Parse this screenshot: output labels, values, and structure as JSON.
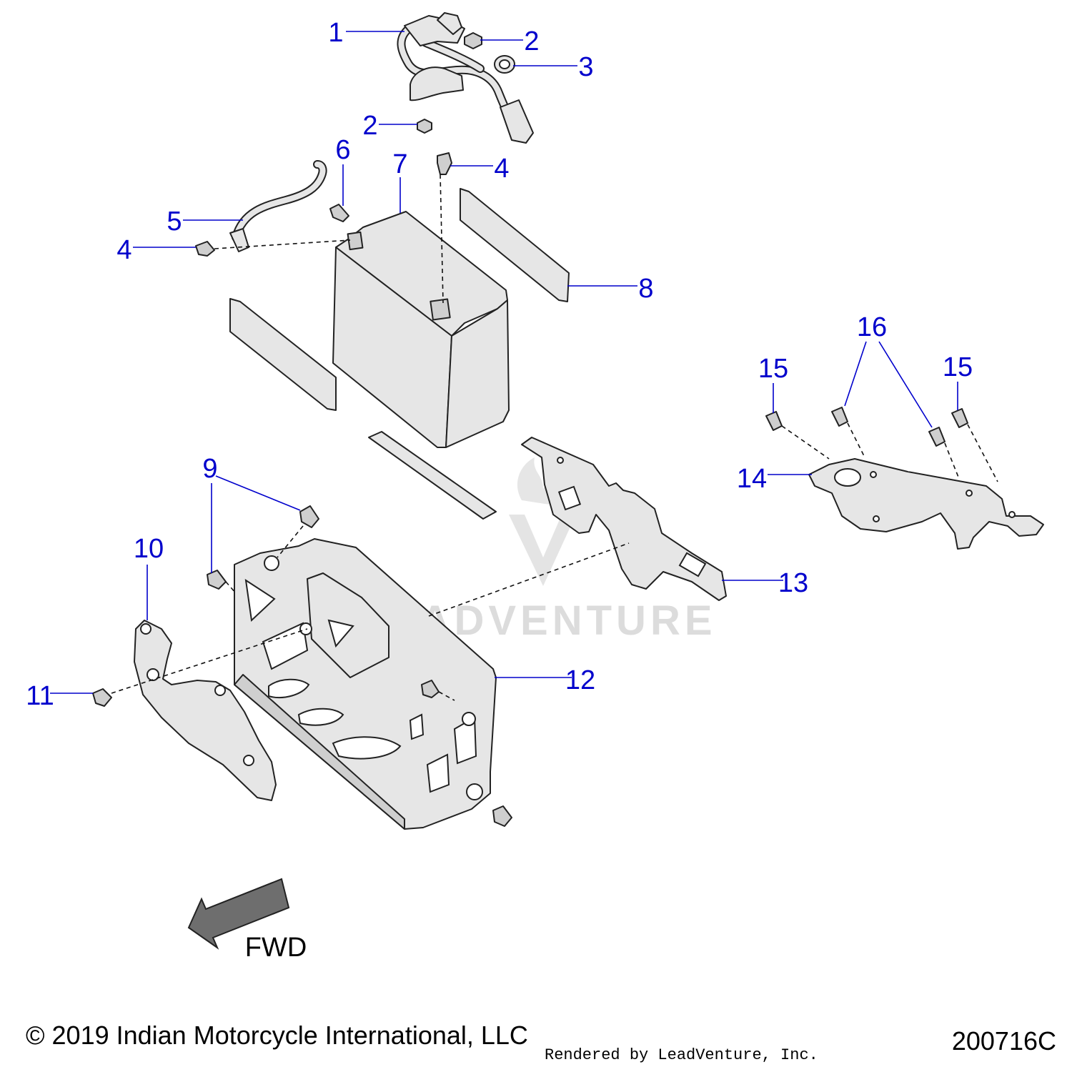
{
  "watermark": {
    "text": "LEADVENTURE"
  },
  "callouts": [
    {
      "id": "c1",
      "label": "1"
    },
    {
      "id": "c2a",
      "label": "2"
    },
    {
      "id": "c3",
      "label": "3"
    },
    {
      "id": "c2b",
      "label": "2"
    },
    {
      "id": "c6",
      "label": "6"
    },
    {
      "id": "c7",
      "label": "7"
    },
    {
      "id": "c4a",
      "label": "4"
    },
    {
      "id": "c5",
      "label": "5"
    },
    {
      "id": "c4b",
      "label": "4"
    },
    {
      "id": "c8",
      "label": "8"
    },
    {
      "id": "c16",
      "label": "16"
    },
    {
      "id": "c15a",
      "label": "15"
    },
    {
      "id": "c15b",
      "label": "15"
    },
    {
      "id": "c14",
      "label": "14"
    },
    {
      "id": "c9",
      "label": "9"
    },
    {
      "id": "c10",
      "label": "10"
    },
    {
      "id": "c13",
      "label": "13"
    },
    {
      "id": "c12",
      "label": "12"
    },
    {
      "id": "c11",
      "label": "11"
    }
  ],
  "direction": {
    "label": "FWD",
    "arrow_color": "#6e6e6e"
  },
  "footer": {
    "copyright": "© 2019 Indian Motorcycle International, LLC",
    "rendered_by": "Rendered by LeadVenture, Inc.",
    "diagram_number": "200716C"
  },
  "colors": {
    "callout": "#0000cc",
    "part_fill": "#e6e6e6",
    "outline": "#222222"
  }
}
